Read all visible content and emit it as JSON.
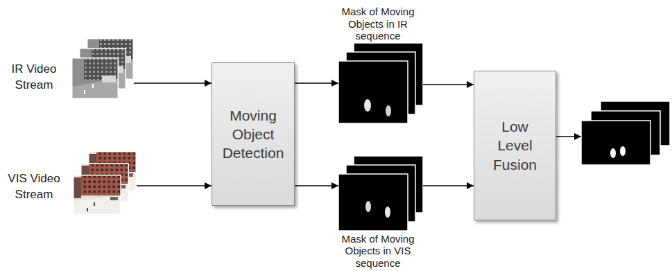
{
  "diagram": {
    "nodes": [
      {
        "text": [
          "IR Video Stream"
        ]
      },
      {
        "text": [
          "VIS Video Stream"
        ]
      },
      {
        "text": [
          "Moving Object Detection"
        ]
      },
      {
        "text": [
          "Mask of Moving Objects in IR sequence"
        ]
      },
      {
        "text": [
          "Mask of Moving Objects in VIS sequence"
        ]
      },
      {
        "text": [
          "Low Level Fusion"
        ]
      },
      {
        "text": []
      }
    ],
    "edges": [
      {
        "from": 0,
        "to": 2,
        "arrow": "to"
      },
      {
        "from": 1,
        "to": 2,
        "arrow": "to"
      },
      {
        "from": 2,
        "to": 3,
        "arrow": "to"
      },
      {
        "from": 2,
        "to": 4,
        "arrow": "to"
      },
      {
        "from": 3,
        "to": 5,
        "arrow": "to"
      },
      {
        "from": 4,
        "to": 5,
        "arrow": "to"
      },
      {
        "from": 5,
        "to": 6,
        "arrow": "to"
      }
    ]
  }
}
